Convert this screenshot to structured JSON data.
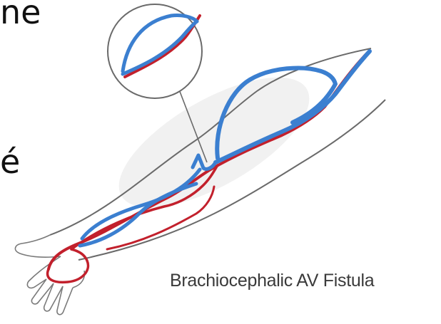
{
  "slide_text": {
    "fragment_top": "ne",
    "fragment_middle": "é"
  },
  "figure": {
    "caption": "Brachiocephalic AV Fistula",
    "colors": {
      "vein": "#3b7fd0",
      "artery": "#c2202c",
      "outline": "#6a6a6a"
    }
  }
}
